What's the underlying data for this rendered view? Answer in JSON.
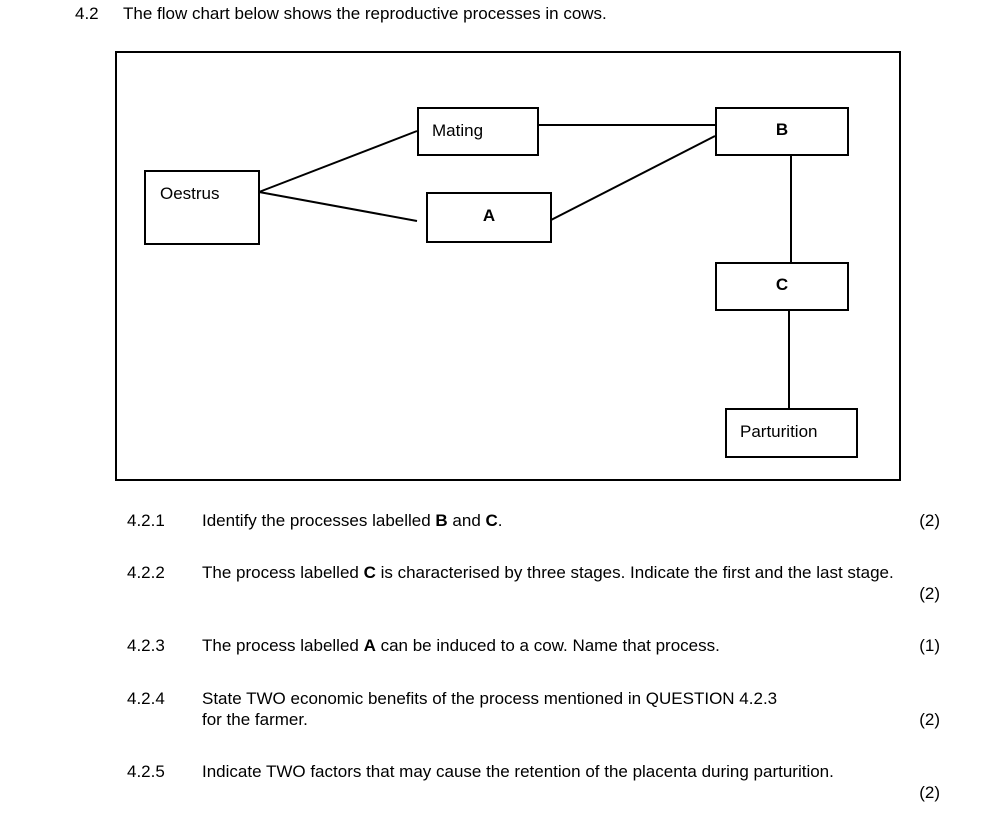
{
  "question": {
    "number": "4.2",
    "text": "The flow chart below shows the reproductive processes in cows."
  },
  "flowchart": {
    "nodes": {
      "oestrus": "Oestrus",
      "mating": "Mating",
      "a": "A",
      "b": "B",
      "c": "C",
      "parturition": "Parturition"
    }
  },
  "subquestions": [
    {
      "number": "4.2.1",
      "parts": [
        "Identify the processes labelled ",
        "B",
        " and ",
        "C",
        "."
      ],
      "marks": "(2)"
    },
    {
      "number": "4.2.2",
      "parts": [
        "The process labelled ",
        "C",
        " is characterised by three stages. Indicate the first and the last stage."
      ],
      "marks": "(2)"
    },
    {
      "number": "4.2.3",
      "parts": [
        "The process labelled ",
        "A",
        " can be induced to a cow. Name that process."
      ],
      "marks": "(1)"
    },
    {
      "number": "4.2.4",
      "parts": [
        "State TWO economic benefits of the process mentioned in QUESTION 4.2.3 for the farmer."
      ],
      "marks": "(2)"
    },
    {
      "number": "4.2.5",
      "parts": [
        "Indicate TWO factors that may cause the retention of the placenta during parturition."
      ],
      "marks": "(2)"
    }
  ]
}
